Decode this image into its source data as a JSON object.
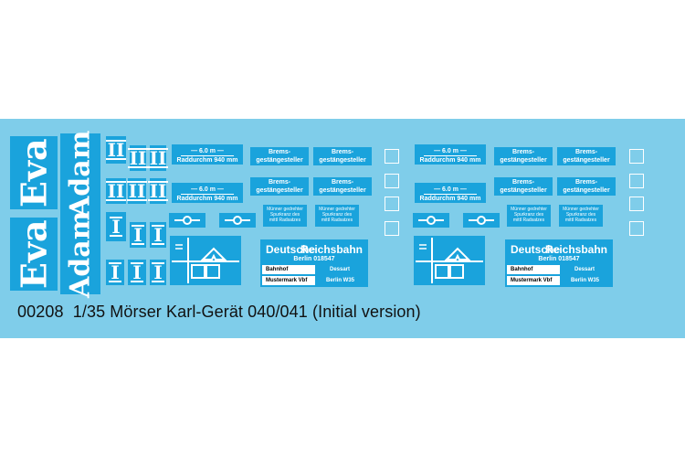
{
  "caption": {
    "code": "00208",
    "title": "1/35 Mörser Karl-Gerät 040/041 (Initial version)"
  },
  "names": {
    "eva": "Eva",
    "adam": "Adam"
  },
  "roman": {
    "one": "I",
    "two": "II"
  },
  "plate_a": {
    "top": "— 6.0 m —",
    "bottom": "Raddurchm 940 mm"
  },
  "brems": {
    "line1": "Brems-",
    "line2": "gestängesteller"
  },
  "small_plate": {
    "l1": "Münner gedrehter",
    "l2": "Spurkranz des",
    "l3": "mittl Radsatzes"
  },
  "reichsbahn": {
    "t1": "Deutsche",
    "t2": "Reichsbahn",
    "sub": "Berlin 018547",
    "bahnhof": "Bahnhof",
    "muster": "Mustermark Vbf",
    "dessart": "Dessart",
    "berlin": "Berlin W35"
  },
  "colors": {
    "sheet": "#7fcdea",
    "decal": "#1aa3dc",
    "text": "#ffffff"
  }
}
